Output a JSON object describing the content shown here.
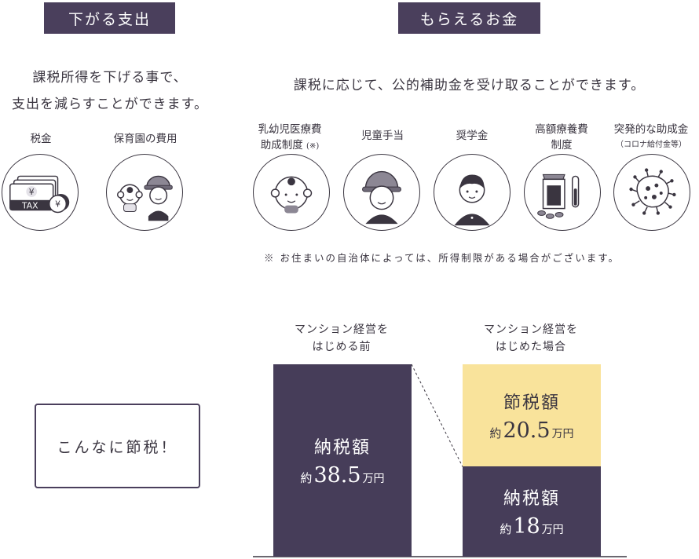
{
  "left": {
    "title": "下がる支出",
    "lead_line1": "課税所得を下げる事で、",
    "lead_line2": "支出を減らすことができます。",
    "items": [
      {
        "label": "税金",
        "icon": "tax-money-icon"
      },
      {
        "label": "保育園の費用",
        "icon": "children-icon"
      }
    ],
    "tax_text": "TAX",
    "yen": "¥"
  },
  "right": {
    "title": "もらえるお金",
    "lead": "課税に応じて、公的補助金を受け取ることができます。",
    "items": [
      {
        "label_line1": "乳幼児医療費",
        "label_line2": "助成制度",
        "label_suffix": "(※)",
        "icon": "baby-icon"
      },
      {
        "label_line1": "児童手当",
        "icon": "child-hat-icon"
      },
      {
        "label_line1": "奨学金",
        "icon": "student-icon"
      },
      {
        "label_line1": "高額療養費",
        "label_line2": "制度",
        "icon": "medicine-icon"
      },
      {
        "label_line1": "突発的な助成金",
        "label_line2": "（コロナ給付金等）",
        "icon": "virus-icon"
      }
    ],
    "note": "※ お住まいの自治体によっては、所得制限がある場合がございます。"
  },
  "chart_data": {
    "type": "bar",
    "callout": "こんなに節税！",
    "categories": [
      "マンション経営をはじめる前",
      "マンション経営をはじめた場合"
    ],
    "category_lines": [
      [
        "マンション経営を",
        "はじめる前"
      ],
      [
        "マンション経営を",
        "はじめた場合"
      ]
    ],
    "series": [
      {
        "name": "納税額",
        "values": [
          38.5,
          18
        ]
      },
      {
        "name": "節税額",
        "values": [
          null,
          20.5
        ]
      }
    ],
    "value_prefix": "約",
    "unit": "万円",
    "labels": {
      "before_tax_num": "38.5",
      "after_tax_num": "18",
      "after_saving_num": "20.5"
    },
    "colors": {
      "tax": "#463d59",
      "saving": "#f9e39b"
    }
  }
}
